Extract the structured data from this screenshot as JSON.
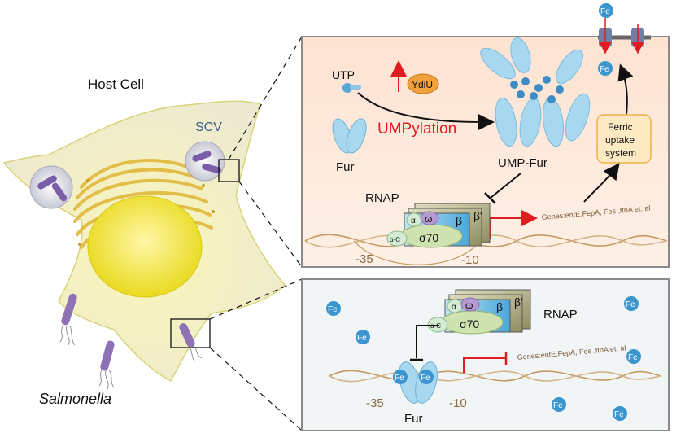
{
  "colors": {
    "cell_fill": "#f3f0c6",
    "cell_stroke": "#d8d27a",
    "nucleus": "#f4ea3a",
    "golgi": "#e6c455",
    "top_panel_bg": "#fce6d6",
    "bottom_panel_bg": "#f1f5f6",
    "fur_blue": "#a8d8ef",
    "ump_blue": "#3d8cc6",
    "accent_red": "#e11b22",
    "dna_brown": "#c49a62",
    "ydiu_orange": "#f0a13c",
    "ferric_box": "#fde9c2",
    "rnap_olive": "#8a8a5a",
    "sigma_green": "#cfe3b0",
    "omega_purple": "#b89ad3",
    "iron_blue": "#3b95cf"
  },
  "labels": {
    "host_cell": "Host Cell",
    "scv": "SCV",
    "salmonella": "Salmonella"
  },
  "top": {
    "utp": "UTP",
    "ydiu": "YdiU",
    "fur": "Fur",
    "umpylation": "UMPylation",
    "ump_fur": "UMP-Fur",
    "ferric_line1": "Ferric",
    "ferric_line2": "uptake",
    "ferric_line3": "system",
    "rnap": "RNAP",
    "genes": "Genes:entE,FepA, Fes ,ftnA  et. al",
    "m35": "-35",
    "m10": "-10",
    "fe": "Fe"
  },
  "bottom": {
    "rnap": "RNAP",
    "fur": "Fur",
    "genes": "Genes:entE,FepA, Fes ,ftnA  et. al",
    "m35": "-35",
    "m10": "-10",
    "fe": "Fe"
  },
  "rnap_parts": {
    "alpha": "α",
    "omega": "ω",
    "beta": "β",
    "beta_prime": "β'",
    "sigma": "σ70",
    "alpha_c": "α-C"
  }
}
